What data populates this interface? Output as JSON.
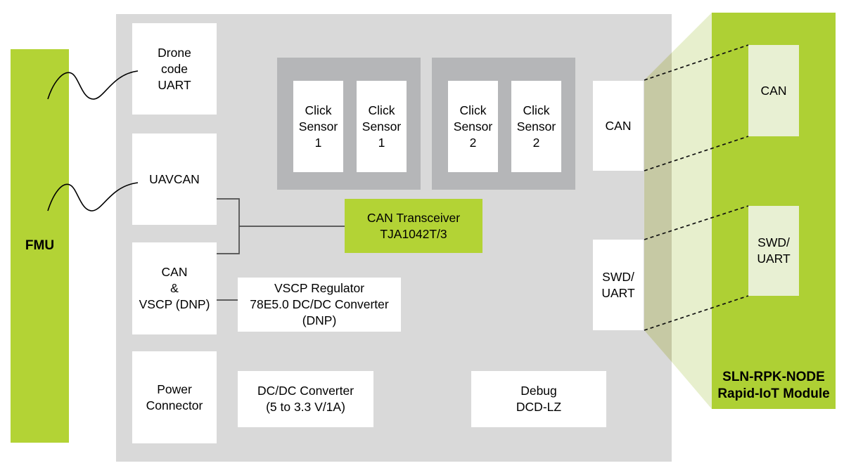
{
  "colors": {
    "accent_green": "#b3d335",
    "module_green": "#aed034",
    "panel_gray": "#d9d9d9",
    "group_gray": "#b5b6b8",
    "fan_light_green": "#e7efcd",
    "fan_dark_olive": "#c6c9a4",
    "inner_box_green": "#e8f0d3",
    "line_dark": "#4d4d4d",
    "dash_black": "#111111"
  },
  "blocks": {
    "fmu": {
      "label": "FMU"
    },
    "drone_code_uart": {
      "label": "Drone\ncode\nUART"
    },
    "uavcan": {
      "label": "UAVCAN"
    },
    "can_vscp": {
      "label": "CAN\n&\nVSCP (DNP)"
    },
    "power_connector": {
      "label": "Power\nConnector"
    },
    "click_sensors": [
      {
        "label": "Click\nSensor\n1"
      },
      {
        "label": "Click\nSensor\n1"
      },
      {
        "label": "Click\nSensor\n2"
      },
      {
        "label": "Click\nSensor\n2"
      }
    ],
    "can_transceiver": {
      "label": "CAN Transceiver\nTJA1042T/3"
    },
    "vscp_regulator": {
      "label": "VSCP Regulator\n78E5.0 DC/DC Converter\n(DNP)"
    },
    "dcdc_converter": {
      "label": "DC/DC Converter\n(5 to 3.3 V/1A)"
    },
    "debug": {
      "label": "Debug\nDCD-LZ"
    },
    "can_host": {
      "label": "CAN"
    },
    "swd_uart_host": {
      "label": "SWD/\nUART"
    },
    "module": {
      "title": "SLN-RPK-NODE\nRapid-IoT Module",
      "can": {
        "label": "CAN"
      },
      "swd_uart": {
        "label": "SWD/\nUART"
      }
    }
  }
}
